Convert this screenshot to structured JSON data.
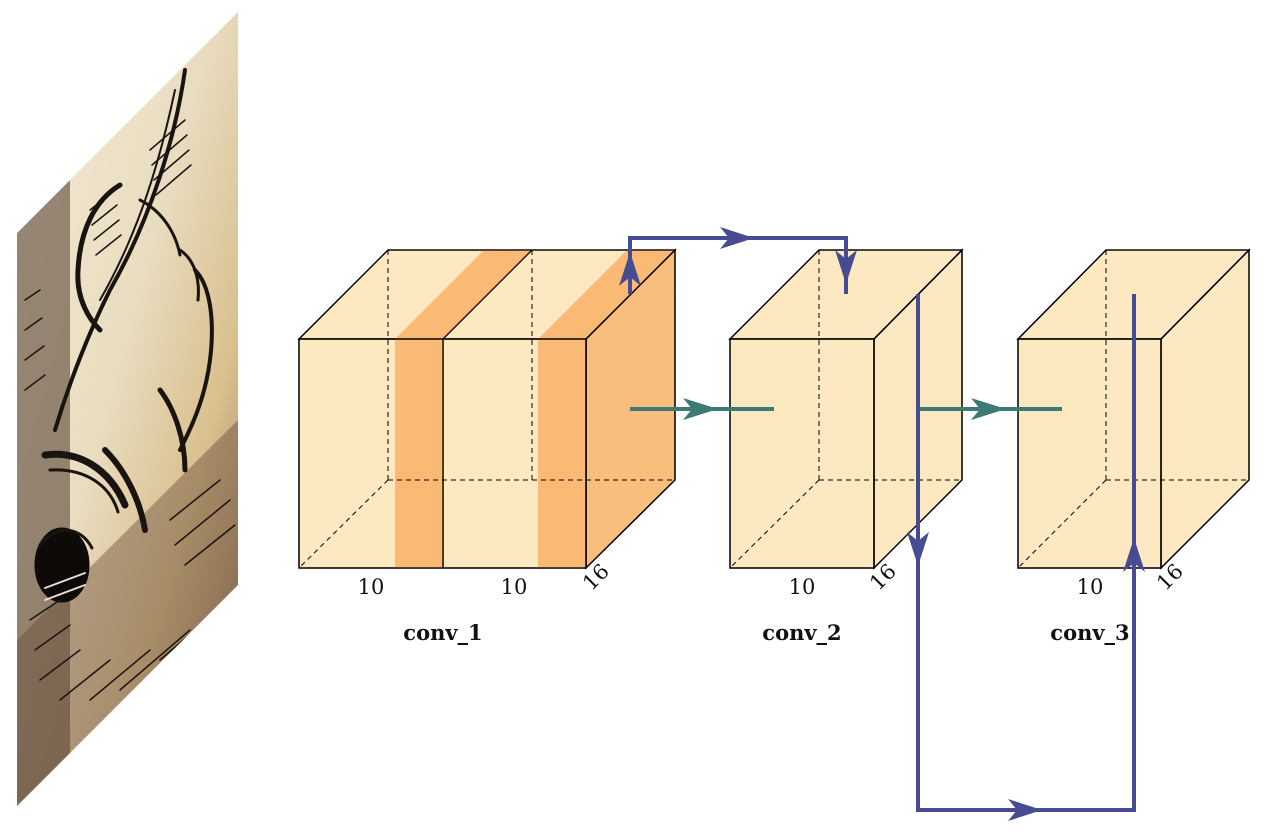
{
  "diagram": {
    "layers": [
      {
        "caption": "conv_1",
        "widths": [
          "10",
          "10"
        ],
        "depth": "16"
      },
      {
        "caption": "conv_2",
        "widths": [
          "10"
        ],
        "depth": "16"
      },
      {
        "caption": "conv_3",
        "widths": [
          "10"
        ],
        "depth": "16"
      }
    ],
    "input_image": {
      "description": "stylized sketch artwork"
    },
    "colors": {
      "box_fill": "#fde9c1",
      "relu_fill": "#f9b56d",
      "edge": "#000000",
      "forward_arrow": "#3d7a75",
      "skip_arrow": "#474b91"
    }
  }
}
